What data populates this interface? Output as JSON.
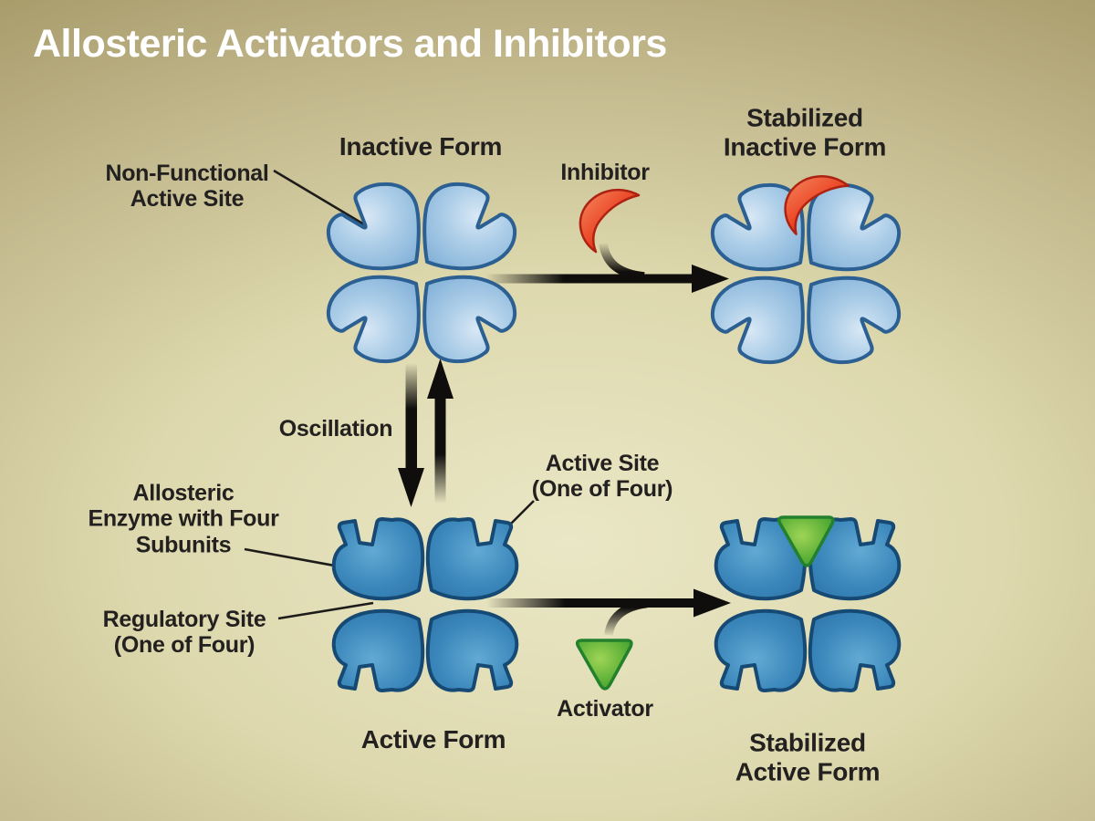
{
  "title": "Allosteric Activators and Inhibitors",
  "diagram": {
    "states": {
      "inactive_form": "Inactive Form",
      "stabilized_inactive_form": "Stabilized\nInactive Form",
      "active_form": "Active Form",
      "stabilized_active_form": "Stabilized\nActive Form"
    },
    "annotations": {
      "non_functional_active_site": "Non-Functional\nActive Site",
      "inhibitor": "Inhibitor",
      "oscillation": "Oscillation",
      "active_site": "Active Site\n(One of Four)",
      "allosteric_enzyme": "Allosteric\nEnzyme with Four\nSubunits",
      "regulatory_site": "Regulatory Site\n(One of Four)",
      "activator": "Activator"
    },
    "shapes": {
      "inactive_enzyme": {
        "icon": "four-subunit-clover",
        "color": "#9dc3e2"
      },
      "active_enzyme": {
        "icon": "four-subunit-clover",
        "color": "#2f7db2"
      },
      "inhibitor_molecule": {
        "icon": "crescent",
        "color": "#e8391f"
      },
      "activator_molecule": {
        "icon": "triangle-down",
        "color": "#5cb03c"
      }
    },
    "colors": {
      "background_top": "#ab9f70",
      "background_bottom": "#e7e4bf",
      "arrow": "#100e0c",
      "label_text": "#232020",
      "title_text": "#ffffff"
    }
  }
}
